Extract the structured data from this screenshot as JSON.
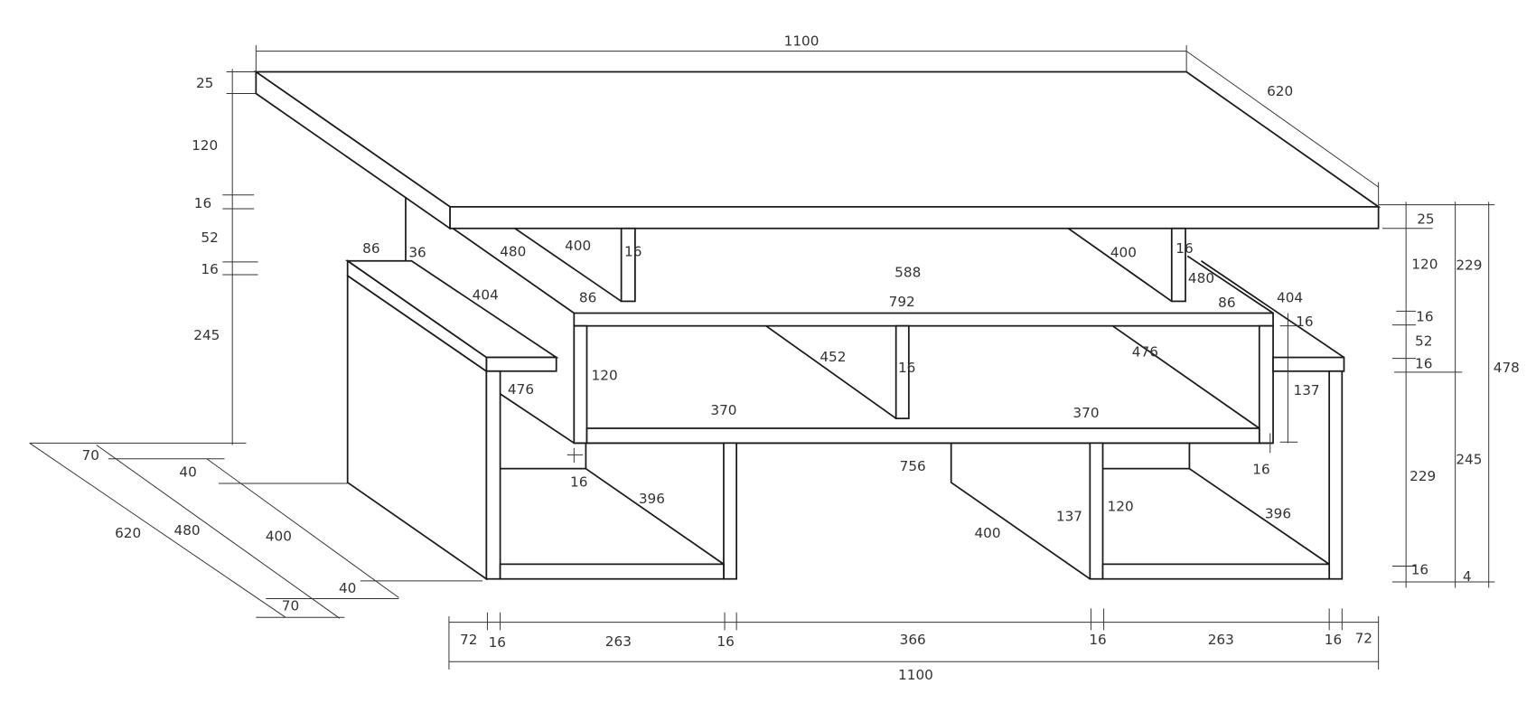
{
  "title": "TV stand technical drawing with dimensions",
  "labels": [
    "1100",
    "620",
    "25",
    "120",
    "16",
    "52",
    "16",
    "245",
    "86",
    "36",
    "480",
    "400",
    "16",
    "588",
    "400",
    "16",
    "480",
    "404",
    "86",
    "16",
    "792",
    "86",
    "404",
    "120",
    "452",
    "16",
    "476",
    "137",
    "476",
    "370",
    "370",
    "756",
    "16",
    "396",
    "16",
    "400",
    "137",
    "120",
    "396",
    "40",
    "70",
    "400",
    "480",
    "620",
    "40",
    "70",
    "72",
    "16",
    "263",
    "16",
    "366",
    "16",
    "263",
    "16",
    "72",
    "1100",
    "25",
    "120",
    "229",
    "16",
    "52",
    "16",
    "478",
    "229",
    "245",
    "16",
    "4"
  ]
}
